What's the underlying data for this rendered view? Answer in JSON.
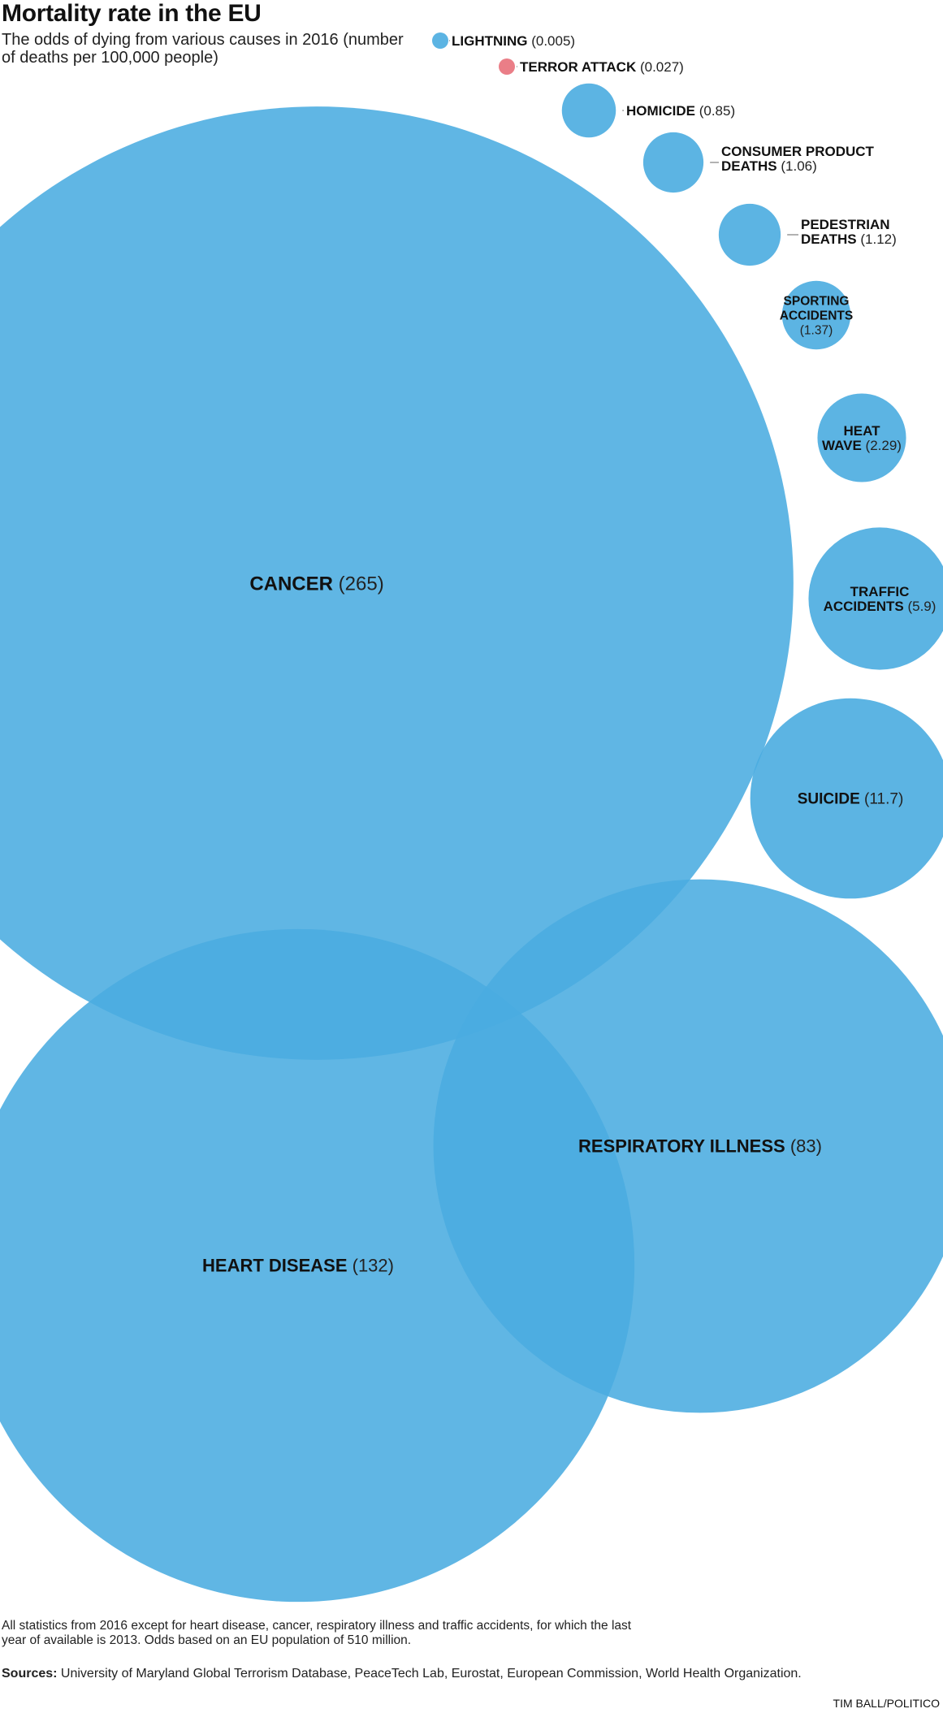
{
  "header": {
    "title": "Mortality rate in the EU",
    "subtitle": "The odds of dying from various causes in 2016 (number of deaths per 100,000 people)"
  },
  "footer": {
    "note": "All statistics from 2016 except for heart disease, cancer, respiratory illness and traffic accidents, for which the last year of available is 2013. Odds based on an EU population of 510 million.",
    "sources_label": "Sources:",
    "sources_text": "University of Maryland Global Terrorism Database, PeaceTech Lab, Eurostat, European Commission, World Health Organization.",
    "credit": "TIM BALL/POLITICO"
  },
  "colors": {
    "bubble": "#4aace0",
    "highlight": "#e8707a"
  },
  "chart_data": {
    "type": "bubble",
    "unit": "deaths per 100,000 people",
    "series": [
      {
        "name": "LIGHTNING",
        "value": 0.005,
        "value_label": "(0.005)",
        "highlight": false
      },
      {
        "name": "TERROR ATTACK",
        "value": 0.027,
        "value_label": "(0.027)",
        "highlight": true
      },
      {
        "name": "HOMICIDE",
        "value": 0.85,
        "value_label": "(0.85)",
        "highlight": false
      },
      {
        "name": "CONSUMER PRODUCT DEATHS",
        "value": 1.06,
        "value_label": "(1.06)",
        "highlight": false
      },
      {
        "name": "PEDESTRIAN DEATHS",
        "value": 1.12,
        "value_label": "(1.12)",
        "highlight": false
      },
      {
        "name": "SPORTING ACCIDENTS",
        "value": 1.37,
        "value_label": "(1.37)",
        "highlight": false
      },
      {
        "name": "HEAT WAVE",
        "value": 2.29,
        "value_label": "(2.29)",
        "highlight": false
      },
      {
        "name": "TRAFFIC ACCIDENTS",
        "value": 5.9,
        "value_label": "(5.9)",
        "highlight": false
      },
      {
        "name": "SUICIDE",
        "value": 11.7,
        "value_label": "(11.7)",
        "highlight": false
      },
      {
        "name": "CANCER",
        "value": 265,
        "value_label": "(265)",
        "highlight": false
      },
      {
        "name": "HEART DISEASE",
        "value": 132,
        "value_label": "(132)",
        "highlight": false
      },
      {
        "name": "RESPIRATORY ILLNESS",
        "value": 83,
        "value_label": "(83)",
        "highlight": false
      }
    ]
  }
}
